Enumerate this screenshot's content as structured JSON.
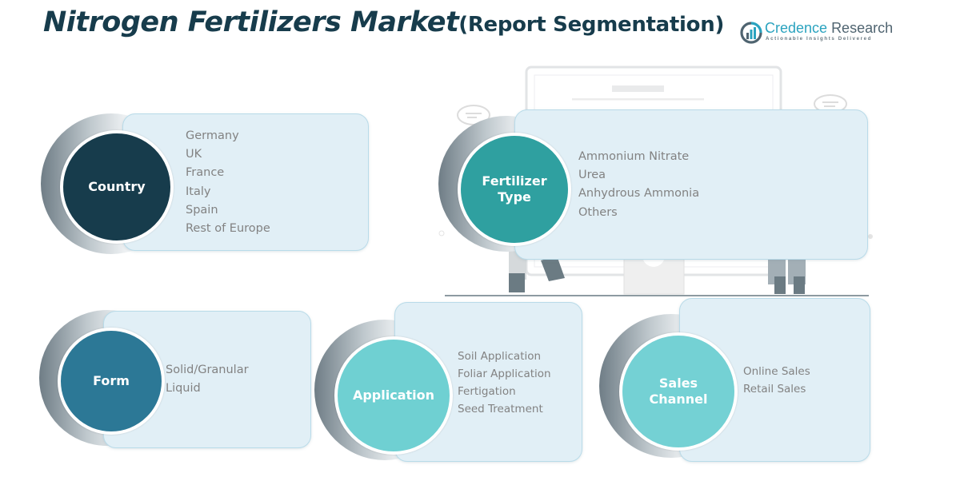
{
  "header": {
    "title_main": "Nitrogen Fertilizers Market",
    "title_sub": "(Report Segmentation)"
  },
  "logo": {
    "name_part1": "Credence",
    "name_part2": "Research",
    "tagline": "Actionable Insights Delivered"
  },
  "colors": {
    "title": "#173c4c",
    "country": "#173c4c",
    "fertilizer_type": "#2fa0a0",
    "form": "#2c7896",
    "application": "#6fd0d2",
    "sales_channel": "#74d1d4",
    "panel": "#e1eff6",
    "item_text": "#828282"
  },
  "segments": [
    {
      "id": "country",
      "label": "Country",
      "items": [
        "Germany",
        "UK",
        "France",
        "Italy",
        "Spain",
        "Rest of Europe"
      ]
    },
    {
      "id": "fertilizer-type",
      "label": "Fertilizer\nType",
      "items": [
        "Ammonium Nitrate",
        "Urea",
        "Anhydrous Ammonia",
        "Others"
      ]
    },
    {
      "id": "form",
      "label": "Form",
      "items": [
        "Solid/Granular",
        "Liquid"
      ]
    },
    {
      "id": "application",
      "label": "Application",
      "items": [
        "Soil Application",
        "Foliar Application",
        "Fertigation",
        "Seed Treatment"
      ]
    },
    {
      "id": "sales-channel",
      "label": "Sales\nChannel",
      "items": [
        "Online Sales",
        "Retail Sales"
      ]
    }
  ]
}
